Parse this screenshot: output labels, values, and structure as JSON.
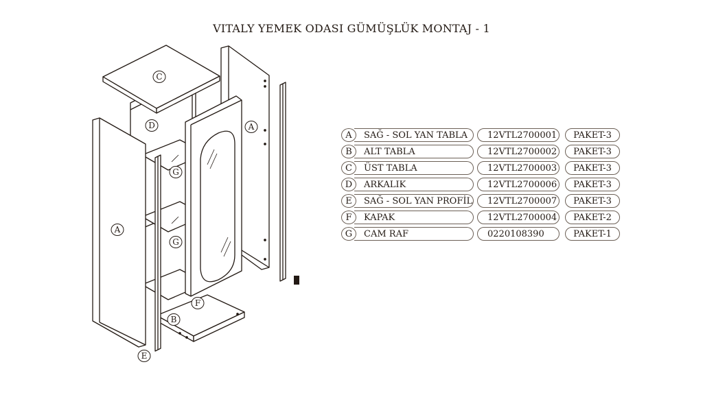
{
  "title": "VITALY YEMEK ODASI GÜMÜŞLÜK MONTAJ - 1",
  "drawing_labels": {
    "c": "C",
    "d": "D",
    "a_right": "A",
    "a_left": "A",
    "g_top": "G",
    "g_mid": "G",
    "f": "F",
    "b": "B",
    "e": "E"
  },
  "parts": [
    {
      "letter": "A",
      "name": "SAĞ - SOL YAN TABLA",
      "code": "12VTL2700001",
      "package": "PAKET-3"
    },
    {
      "letter": "B",
      "name": "ALT TABLA",
      "code": "12VTL2700002",
      "package": "PAKET-3"
    },
    {
      "letter": "C",
      "name": "ÜST TABLA",
      "code": "12VTL2700003",
      "package": "PAKET-3"
    },
    {
      "letter": "D",
      "name": "ARKALIK",
      "code": "12VTL2700006",
      "package": "PAKET-3"
    },
    {
      "letter": "E",
      "name": "SAĞ - SOL YAN PROFİL",
      "code": "12VTL2700007",
      "package": "PAKET-3"
    },
    {
      "letter": "F",
      "name": "KAPAK",
      "code": "12VTL2700004",
      "package": "PAKET-2"
    },
    {
      "letter": "G",
      "name": "CAM RAF",
      "code": "0220108390",
      "package": "PAKET-1"
    }
  ]
}
